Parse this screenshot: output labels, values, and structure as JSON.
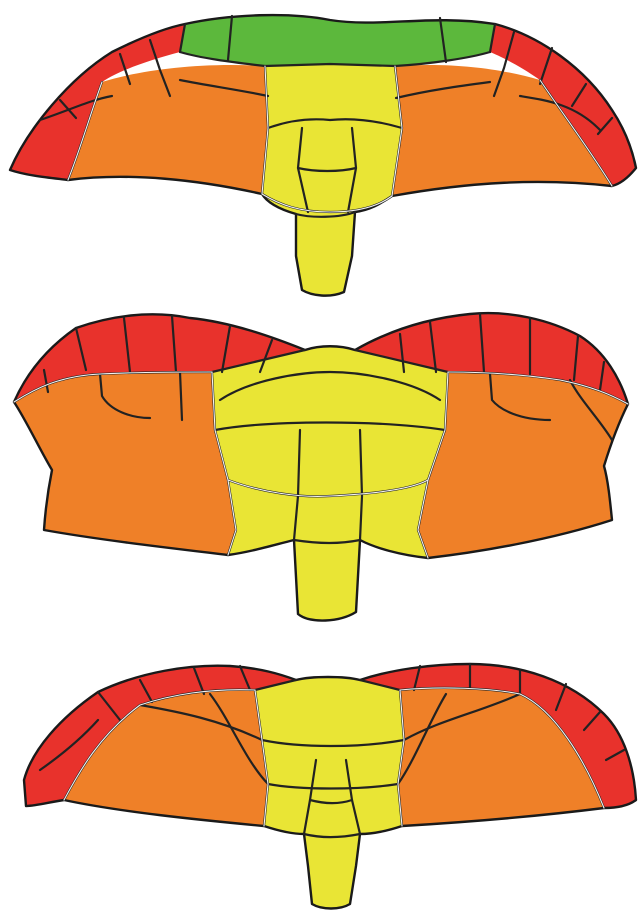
{
  "figure": {
    "panels": [
      {
        "id": "top"
      },
      {
        "id": "middle"
      },
      {
        "id": "bottom"
      }
    ]
  },
  "colors": {
    "lateral_margin": "#e8322c",
    "lateral_body": "#ef8028",
    "central": "#e9e535",
    "anterior_band": "#5cb83c",
    "seam_line": "#222222",
    "seam_highlight": "#f2f2f2",
    "background": "#ffffff"
  }
}
